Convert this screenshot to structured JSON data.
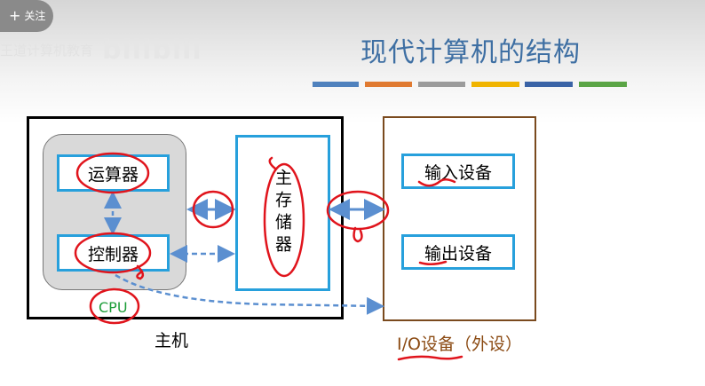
{
  "player": {
    "follow_label": "关注",
    "watermark_text": "王道计算机教育",
    "watermark_logo": "bilibili"
  },
  "slide": {
    "title": "现代计算机的结构",
    "stripe_colors": [
      "#4f81bd",
      "#e07a31",
      "#9b9b9b",
      "#f0b400",
      "#3a63a6",
      "#5aa445"
    ],
    "host": {
      "label": "主机",
      "cpu_label": "CPU",
      "alu_label": "运算器",
      "cu_label": "控制器",
      "memory_label": "主存储器"
    },
    "io": {
      "label": "I/O设备（外设）",
      "input_label": "输入设备",
      "output_label": "输出设备"
    }
  },
  "colors": {
    "title": "#3e6fa3",
    "unit_border": "#27a0dc",
    "arrow": "#5b8fd0",
    "annotation": "#e0141c",
    "io_border": "#7a4a1e",
    "cpu_label": "#1e9e3a"
  }
}
